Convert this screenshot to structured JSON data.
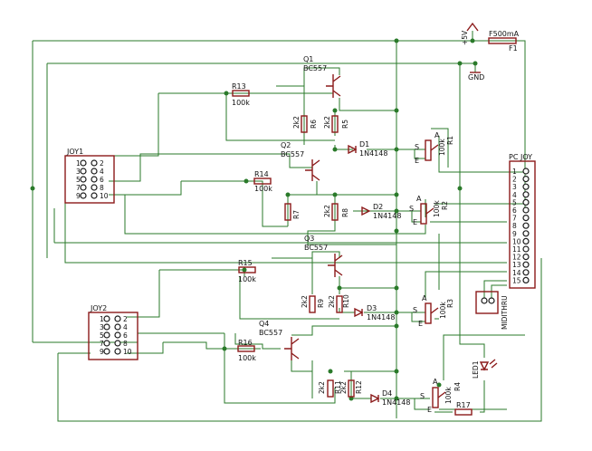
{
  "labels": {
    "vcc": "+5V",
    "fuse": "F500mA",
    "f1": "F1",
    "gnd": "GND",
    "q1": "Q1",
    "q1_type": "BC557",
    "q2": "Q2",
    "q2_type": "BC557",
    "q3": "Q3",
    "q3_type": "BC557",
    "q4": "Q4",
    "q4_type": "BC557",
    "r13": "R13",
    "r13_v": "100k",
    "r14": "R14",
    "r14_v": "100k",
    "r15": "R15",
    "r15_v": "100k",
    "r16": "R16",
    "r16_v": "100k",
    "r17": "R17",
    "r5": "R5",
    "r5_v": "2k2",
    "r6": "R6",
    "r6_v": "2k2",
    "r7": "R7",
    "r8": "R8",
    "r8_v": "2k2",
    "r9": "R9",
    "r9_v": "2k2",
    "r10": "R10",
    "r10_v": "2k2",
    "r11": "R11",
    "r11_v": "2k2",
    "r12": "R12",
    "r12_v": "2k2",
    "r1": "R1",
    "r1_v": "100k",
    "r2": "R2",
    "r2_v": "100k",
    "r3": "R3",
    "r3_v": "100k",
    "r4": "R4",
    "r4_v": "100k",
    "d1": "D1",
    "d1_v": "1N4148",
    "d2": "D2",
    "d2_v": "1N4148",
    "d3": "D3",
    "d3_v": "1N4148",
    "d4": "D4",
    "d4_v": "1N4148",
    "joy1": "JOY1",
    "joy2": "JOY2",
    "pcjoy": "PC JOY",
    "midithru": "MIDITHRU",
    "led1": "LED1",
    "pot_s": "S",
    "pot_a": "A",
    "pot_e": "E",
    "pins_joy": [
      "1",
      "2",
      "3",
      "4",
      "5",
      "6",
      "7",
      "8",
      "9",
      "10"
    ],
    "pins_pc": [
      "1",
      "2",
      "3",
      "4",
      "5",
      "6",
      "7",
      "8",
      "9",
      "10",
      "11",
      "12",
      "13",
      "14",
      "15"
    ]
  }
}
